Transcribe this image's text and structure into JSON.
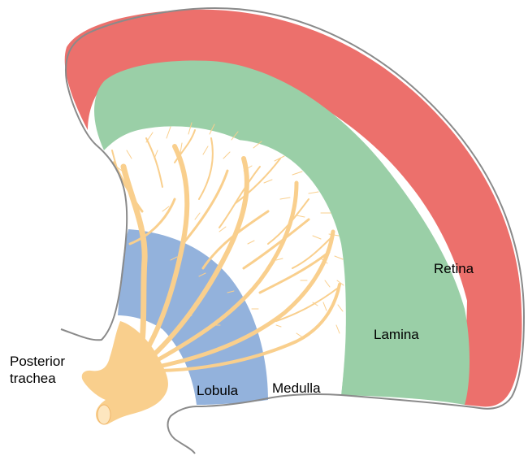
{
  "labels": {
    "retina": "Retina",
    "lamina": "Lamina",
    "medulla": "Medulla",
    "lobula": "Lobula",
    "trachea_line1": "Posterior",
    "trachea_line2": "trachea"
  },
  "colors": {
    "retina": "#ec706c",
    "lamina": "#9acfa7",
    "lobula": "#93b2dc",
    "trachea": "#f9cf8d",
    "outline": "#8a8a8a",
    "medulla": "#ffffff"
  }
}
